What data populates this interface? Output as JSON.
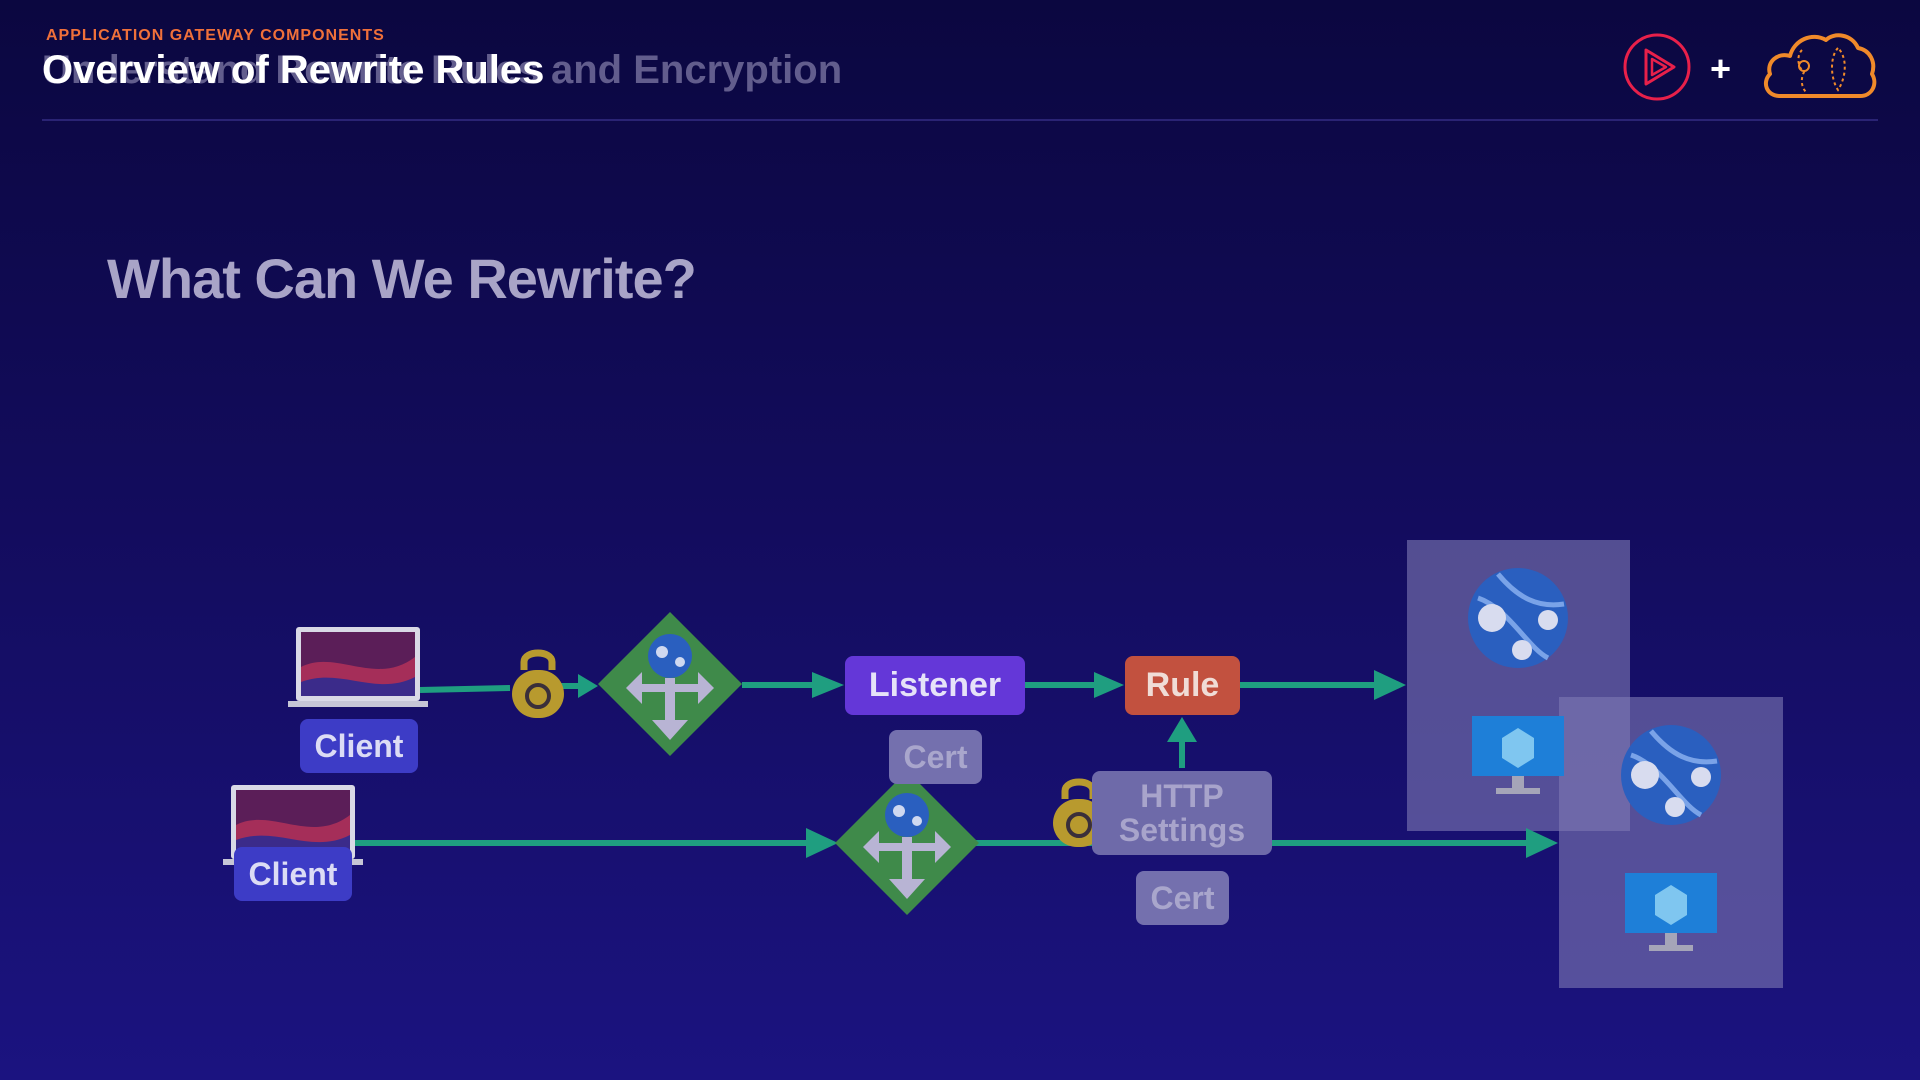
{
  "header": {
    "section_label": "APPLICATION GATEWAY COMPONENTS",
    "title": "Overview of Rewrite Rules",
    "title_ghost": "Understand Rewrite Rules and Encryption",
    "plus": "+"
  },
  "slide": {
    "heading": "What Can We Rewrite?"
  },
  "diagram": {
    "client_top_label": "Client",
    "client_bottom_label": "Client",
    "listener_label": "Listener",
    "rule_label": "Rule",
    "cert_listener_label": "Cert",
    "http_settings_line1": "HTTP",
    "http_settings_line2": "Settings",
    "cert_backend_label": "Cert"
  },
  "colors": {
    "background": "#140d62",
    "accent_orange": "#f0703a",
    "arrow_green": "#1f9e80",
    "gateway_green": "#3f8a4a",
    "lock_gold": "#b89a2e",
    "listener_purple": "#6437d8",
    "rule_red": "#c2513f",
    "client_blue": "#3d3cc6"
  },
  "icons": [
    "pluralsight-play-icon",
    "cloud-logo-icon",
    "laptop-icon",
    "lock-icon",
    "application-gateway-icon",
    "web-app-globe-icon",
    "virtual-machine-icon"
  ]
}
